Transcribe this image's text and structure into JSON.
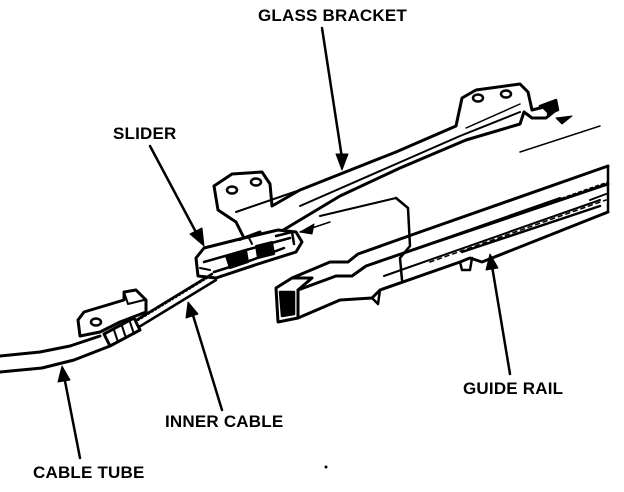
{
  "labels": {
    "glass_bracket": "GLASS BRACKET",
    "slider": "SLIDER",
    "guide_rail": "GUIDE RAIL",
    "inner_cable": "INNER CABLE",
    "cable_tube": "CABLE TUBE"
  },
  "colors": {
    "ink": "#000000",
    "paper": "#ffffff"
  }
}
